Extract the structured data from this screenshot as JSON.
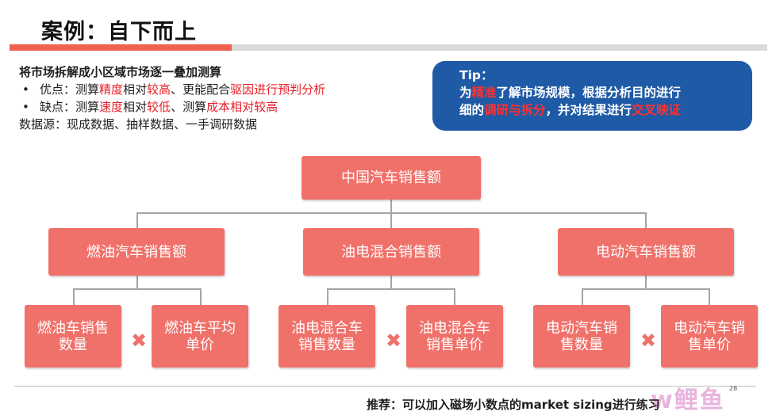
{
  "title": "案例：自下而上",
  "description": {
    "heading": "将市场拆解成小区域市场逐一叠加测算",
    "pros": [
      {
        "text": "优点：测算",
        "red": false
      },
      {
        "text": "精度",
        "red": true
      },
      {
        "text": "相对",
        "red": false
      },
      {
        "text": "较高",
        "red": true
      },
      {
        "text": "、更能配合",
        "red": false
      },
      {
        "text": "驱因进行预判分析",
        "red": true
      }
    ],
    "cons": [
      {
        "text": "缺点：测算",
        "red": false
      },
      {
        "text": "速度",
        "red": true
      },
      {
        "text": "相对",
        "red": false
      },
      {
        "text": "较低",
        "red": true
      },
      {
        "text": "、测算",
        "red": false
      },
      {
        "text": "成本相对较高",
        "red": true
      }
    ],
    "source": "数据源：现成数据、抽样数据、一手调研数据"
  },
  "tip": {
    "label": "Tip：",
    "line1": [
      {
        "text": "为",
        "hl": false
      },
      {
        "text": "精准",
        "hl": true
      },
      {
        "text": "了解市场规模，根据分析目的进行",
        "hl": false
      }
    ],
    "line2": [
      {
        "text": "细的",
        "hl": false
      },
      {
        "text": "调研与拆分",
        "hl": true
      },
      {
        "text": "，并对结果进行",
        "hl": false
      },
      {
        "text": "交叉映证",
        "hl": true
      }
    ]
  },
  "tree": {
    "root": "中国汽车销售额",
    "branches": [
      {
        "label": "燃油汽车销售额",
        "leaves": [
          "燃油车销售\n数量",
          "燃油车平均\n单价"
        ]
      },
      {
        "label": "油电混合销售额",
        "leaves": [
          "油电混合车\n销售数量",
          "油电混合车\n销售单价"
        ]
      },
      {
        "label": "电动汽车销售额",
        "leaves": [
          "电动汽车销\n售数量",
          "电动汽车销\n售单价"
        ]
      }
    ],
    "operator": "✖"
  },
  "footer": "推荐：可以加入磁场小数点的market sizing进行练习",
  "page_number": "28",
  "watermark": "w鲤鱼",
  "colors": {
    "box": "#f0716a",
    "accent": "#f0614f",
    "tip_bg": "#1f5aa6",
    "highlight": "#e8202a"
  }
}
